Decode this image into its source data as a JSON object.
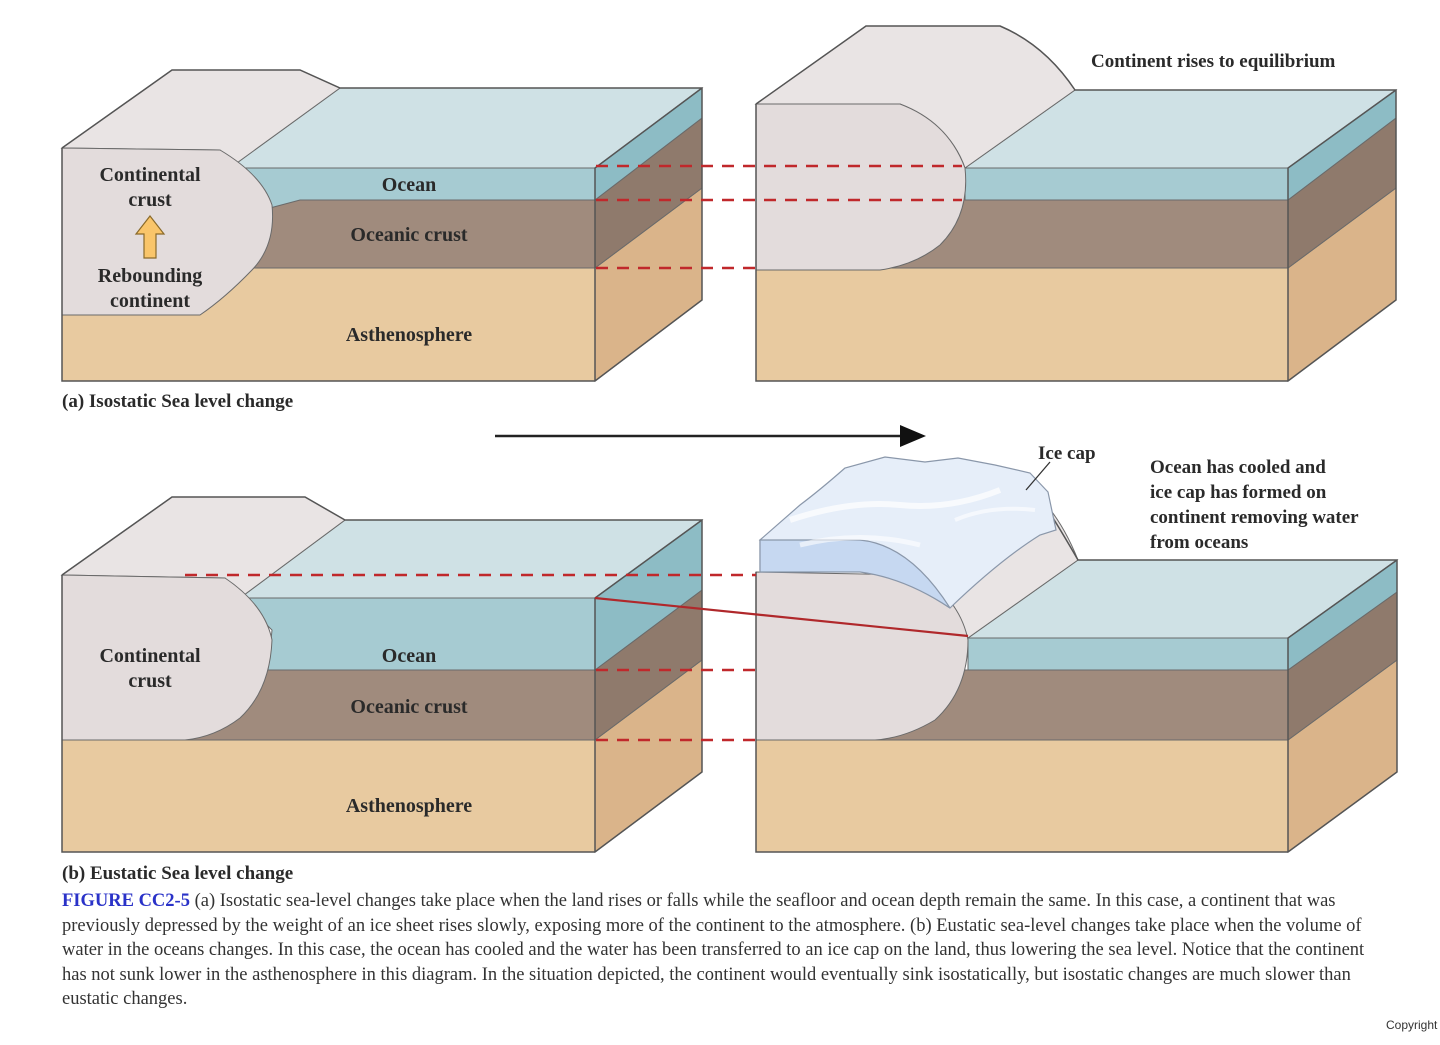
{
  "colors": {
    "ocean_top": "#cfe1e5",
    "ocean_front": "#a6cbd2",
    "ocean_side": "#8dbcc5",
    "oceanic_crust_front": "#a08b7d",
    "oceanic_crust_side": "#8f7a6c",
    "asthenosphere_front": "#e8caa0",
    "asthenosphere_side": "#dab48a",
    "continent": "#e3dcdc",
    "continent_top": "#e9e4e4",
    "dashed_line": "#c0282b",
    "ice": "#dde8f6",
    "arrow_fill": "#f9c56a",
    "caption_label": "#2a32c8"
  },
  "panel_a": {
    "continental_crust_label": "Continental\ncrust",
    "rebounding_label": "Rebounding\ncontinent",
    "ocean_label": "Ocean",
    "oceanic_crust_label": "Oceanic crust",
    "asthenosphere_label": "Asthenosphere",
    "right_label": "Continent rises to equilibrium",
    "title": "(a) Isostatic Sea level change"
  },
  "panel_b": {
    "continental_crust_label": "Continental\ncrust",
    "ocean_label": "Ocean",
    "oceanic_crust_label": "Oceanic crust",
    "asthenosphere_label": "Asthenosphere",
    "ice_cap_label": "Ice cap",
    "right_label": "Ocean has cooled and\nice cap has formed on\ncontinent removing water\nfrom oceans",
    "title": "(b) Eustatic Sea level change"
  },
  "caption": {
    "figure_label": "FIGURE CC2-5",
    "text": " (a) Isostatic sea-level changes take place when the land rises or falls while the seafloor and ocean depth remain the same. In this case, a continent that was previously depressed by the weight of an ice sheet rises slowly, exposing more of the continent to the atmosphere. (b) Eustatic sea-level changes take place when the volume of water in the oceans changes. In this case, the ocean has cooled and the water has been transferred to an ice cap on the land, thus lowering the sea level. Notice that the continent has not sunk lower in the asthenosphere in this diagram. In the situation depicted, the continent would eventually sink isostatically, but isostatic changes are much slower than eustatic changes."
  },
  "copyright": "Copyright"
}
